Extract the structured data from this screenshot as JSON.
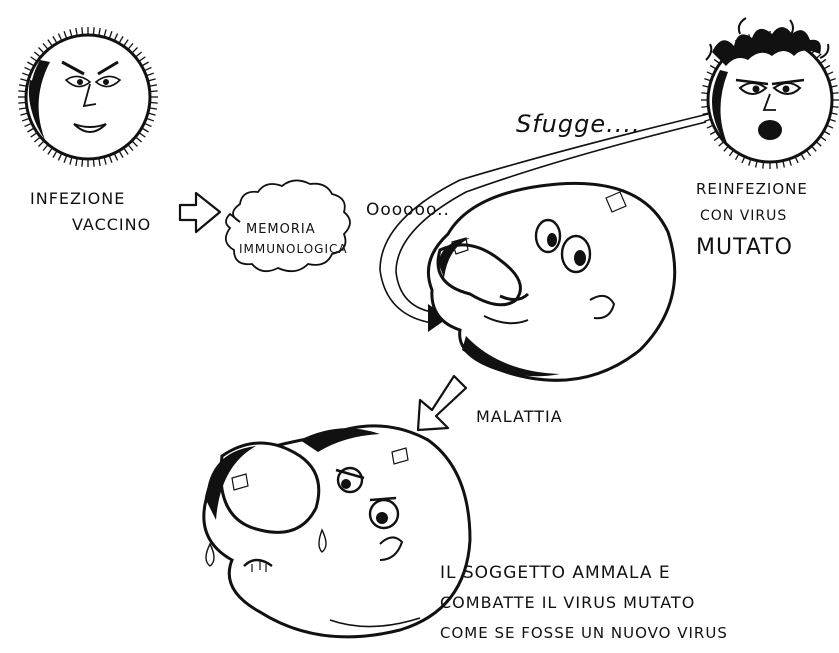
{
  "labels": {
    "infezione": "INFEZIONE",
    "vaccino": "VACCINO",
    "memoria": "MEMORIA",
    "immunologica": "IMMUNOLOGICA",
    "ooo": "Oooooo..",
    "sfugge": "Sfugge....",
    "reinfezione": "REINFEZIONE",
    "con_virus": "CON VIRUS",
    "mutato": "MUTATO",
    "malattia": "MALATTIA",
    "caption_line1": "IL SOGGETTO AMMALA E",
    "caption_line2": "COMBATTE IL VIRUS MUTATO",
    "caption_line3": "COME SE FOSSE UN NUOVO VIRUS"
  },
  "colors": {
    "ink": "#111111",
    "paper": "#ffffff"
  }
}
